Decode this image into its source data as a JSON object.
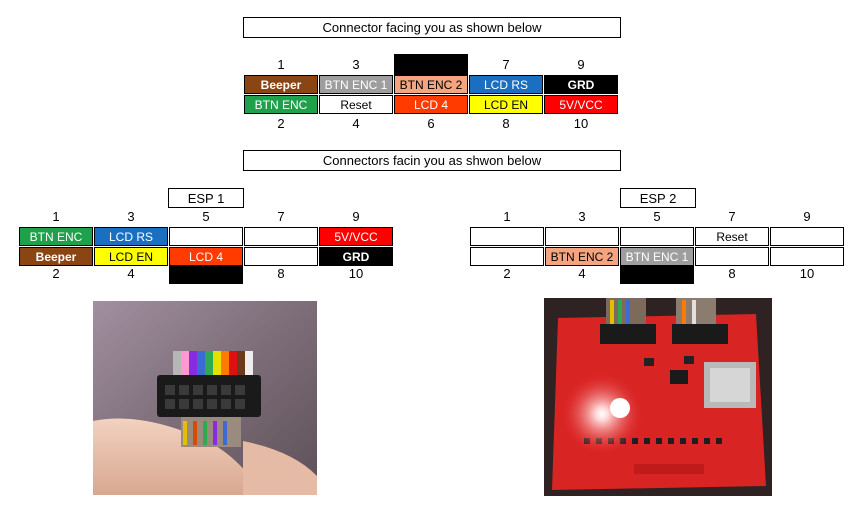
{
  "top": {
    "title": "Connector facing you as shown below",
    "odd_numbers": [
      "1",
      "3",
      "",
      "7",
      "9"
    ],
    "even_numbers": [
      "2",
      "4",
      "6",
      "8",
      "10"
    ],
    "row1": [
      {
        "label": "Beeper",
        "bg": "#8B4513",
        "fg": "#ffffff",
        "bold": true
      },
      {
        "label": "BTN ENC 1",
        "bg": "#9E9E9E",
        "fg": "#ffffff",
        "bold": false
      },
      {
        "label": "BTN ENC 2",
        "bg": "#F4A57F",
        "fg": "#000000",
        "bold": false
      },
      {
        "label": "LCD RS",
        "bg": "#1B6FC0",
        "fg": "#ffffff",
        "bold": false
      },
      {
        "label": "GRD",
        "bg": "#000000",
        "fg": "#ffffff",
        "bold": true
      }
    ],
    "row2": [
      {
        "label": "BTN ENC",
        "bg": "#1FA04B",
        "fg": "#ffffff",
        "bold": false
      },
      {
        "label": "Reset",
        "bg": "#ffffff",
        "fg": "#000000",
        "bold": false
      },
      {
        "label": "LCD 4",
        "bg": "#FF3B00",
        "fg": "#ffffff",
        "bold": false
      },
      {
        "label": "LCD EN",
        "bg": "#FFFF00",
        "fg": "#000000",
        "bold": false
      },
      {
        "label": "5V/VCC",
        "bg": "#FF0000",
        "fg": "#ffffff",
        "bold": false
      }
    ]
  },
  "bottom": {
    "title": "Connectors facin you as shwon below",
    "esp1": {
      "label": "ESP 1",
      "odd_numbers": [
        "1",
        "3",
        "5",
        "7",
        "9"
      ],
      "even_numbers": [
        "2",
        "4",
        "",
        "8",
        "10"
      ],
      "row1": [
        {
          "label": "BTN ENC",
          "bg": "#1FA04B",
          "fg": "#ffffff",
          "bold": false
        },
        {
          "label": "LCD RS",
          "bg": "#1B6FC0",
          "fg": "#ffffff",
          "bold": false
        },
        {
          "label": "",
          "bg": "#ffffff",
          "fg": "#000000",
          "bold": false
        },
        {
          "label": "",
          "bg": "#ffffff",
          "fg": "#000000",
          "bold": false
        },
        {
          "label": "5V/VCC",
          "bg": "#FF0000",
          "fg": "#ffffff",
          "bold": false
        }
      ],
      "row2": [
        {
          "label": "Beeper",
          "bg": "#8B4513",
          "fg": "#ffffff",
          "bold": true
        },
        {
          "label": "LCD EN",
          "bg": "#FFFF00",
          "fg": "#000000",
          "bold": false
        },
        {
          "label": "LCD 4",
          "bg": "#FF3B00",
          "fg": "#ffffff",
          "bold": false
        },
        {
          "label": "",
          "bg": "#ffffff",
          "fg": "#000000",
          "bold": false
        },
        {
          "label": "GRD",
          "bg": "#000000",
          "fg": "#ffffff",
          "bold": true
        }
      ]
    },
    "esp2": {
      "label": "ESP 2",
      "odd_numbers": [
        "1",
        "3",
        "5",
        "7",
        "9"
      ],
      "even_numbers": [
        "2",
        "4",
        "",
        "8",
        "10"
      ],
      "row1": [
        {
          "label": "",
          "bg": "#ffffff",
          "fg": "#000000",
          "bold": false
        },
        {
          "label": "",
          "bg": "#ffffff",
          "fg": "#000000",
          "bold": false
        },
        {
          "label": "",
          "bg": "#ffffff",
          "fg": "#000000",
          "bold": false
        },
        {
          "label": "Reset",
          "bg": "#ffffff",
          "fg": "#000000",
          "bold": false
        },
        {
          "label": "",
          "bg": "#ffffff",
          "fg": "#000000",
          "bold": false
        }
      ],
      "row2": [
        {
          "label": "",
          "bg": "#ffffff",
          "fg": "#000000",
          "bold": false
        },
        {
          "label": "BTN ENC 2",
          "bg": "#F4A57F",
          "fg": "#000000",
          "bold": false
        },
        {
          "label": "BTN ENC 1",
          "bg": "#9E9E9E",
          "fg": "#ffffff",
          "bold": false
        },
        {
          "label": "",
          "bg": "#ffffff",
          "fg": "#000000",
          "bold": false
        },
        {
          "label": "",
          "bg": "#ffffff",
          "fg": "#000000",
          "bold": false
        }
      ]
    }
  },
  "photos": {
    "left_subject": "ribbon-cable-connector",
    "right_subject": "red-lcd-controller-board"
  }
}
